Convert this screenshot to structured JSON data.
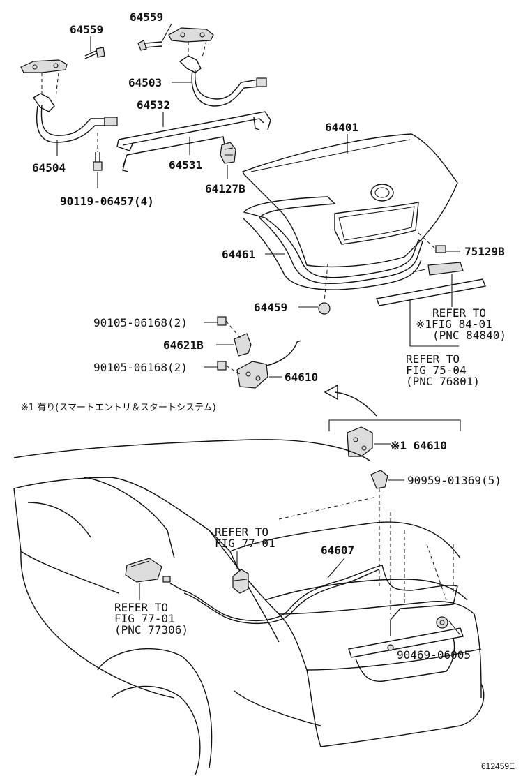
{
  "diagram": {
    "parts": {
      "p64559_a": "64559",
      "p64559_b": "64559",
      "p64503": "64503",
      "p64532": "64532",
      "p64401": "64401",
      "p64504": "64504",
      "p64531": "64531",
      "p64127b": "64127B",
      "p90119": "90119-06457(4)",
      "p64461": "64461",
      "p75129b": "75129B",
      "p64459": "64459",
      "p90105_a": "90105-06168(2)",
      "p64621b": "64621B",
      "p90105_b": "90105-06168(2)",
      "p64610": "64610",
      "p64610_alt": "※1 64610",
      "p90959": "90959-01369(5)",
      "p64607": "64607",
      "p90469": "90469-06005"
    },
    "refs": {
      "ref84_l1": "REFER TO",
      "ref84_l2": "※1FIG 84-01",
      "ref84_l3": "(PNC 84840)",
      "ref75_l1": "REFER TO",
      "ref75_l2": "FIG 75-04",
      "ref75_l3": "(PNC 76801)",
      "ref77a_l1": "REFER TO",
      "ref77a_l2": "FIG 77-01",
      "ref77b_l1": "REFER TO",
      "ref77b_l2": "FIG 77-01",
      "ref77b_l3": "(PNC 77306)"
    },
    "note": "※1 有り(スマートエントリ＆スタートシステム)",
    "figure_code": "612459E"
  }
}
